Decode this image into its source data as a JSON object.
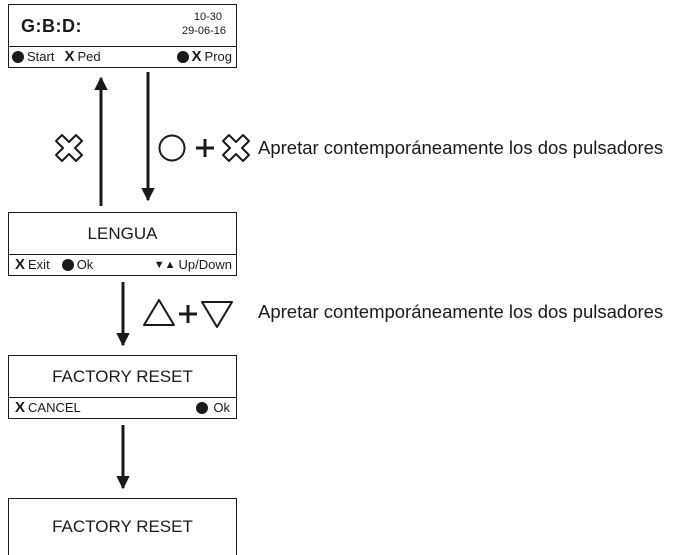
{
  "screen_home": {
    "logo": "G:B:D:",
    "time": "10-30",
    "date": "29-06-16",
    "softkeys": [
      "Start",
      "Ped",
      "Prog"
    ]
  },
  "screen_lengua": {
    "title": "LENGUA",
    "softkeys": [
      "Exit",
      "Ok",
      "Up/Down"
    ]
  },
  "screen_factory_confirm": {
    "title": "FACTORY RESET",
    "softkeys": [
      "CANCEL",
      "Ok"
    ]
  },
  "screen_factory_final": {
    "title": "FACTORY RESET"
  },
  "notes": {
    "step1": "Apretar contemporáneamente los dos pulsadores",
    "step2": "Apretar contemporáneamente los dos pulsadores"
  },
  "icons": {
    "dot": "filled-circle-button-icon",
    "x": "x-button-icon",
    "updown": "triangle-down-up-icon"
  }
}
